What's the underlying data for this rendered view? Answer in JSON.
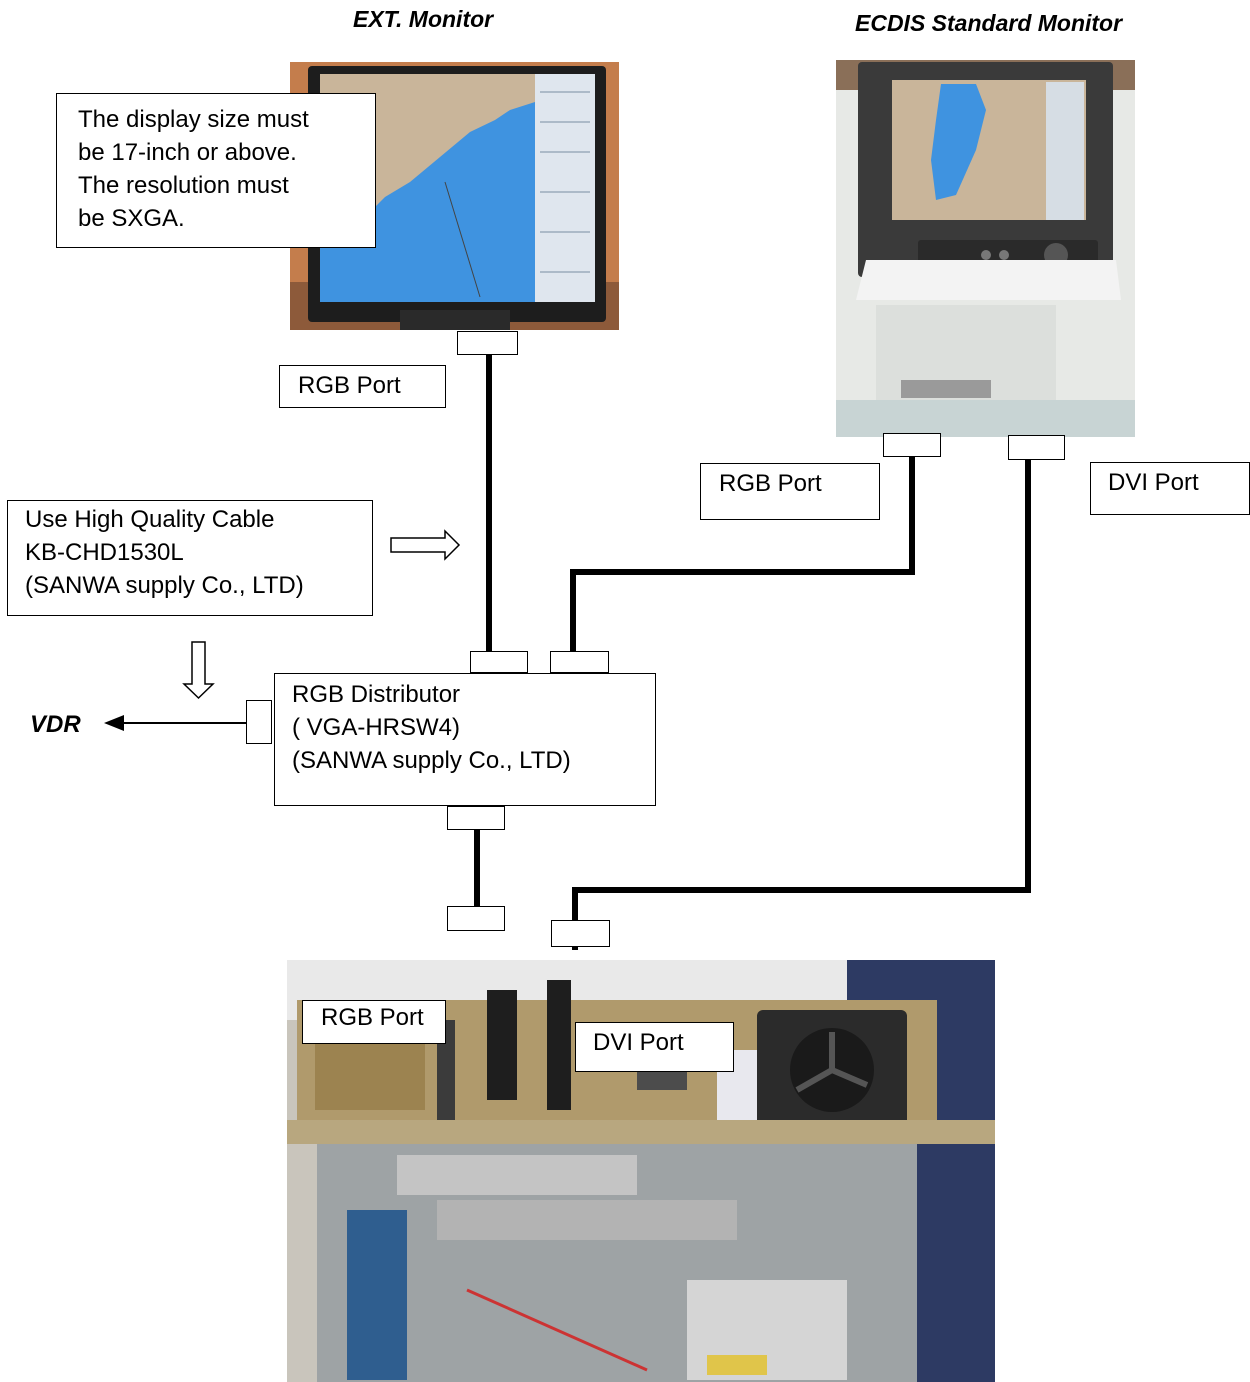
{
  "titles": {
    "ext_monitor": "EXT. Monitor",
    "ecdis_monitor": "ECDIS  Standard Monitor"
  },
  "notes": {
    "display_note": [
      "The display size must",
      "be 17-inch or above.",
      "The resolution must",
      "be SXGA."
    ],
    "cable_note": [
      "Use High Quality Cable",
      "KB-CHD1530L",
      "(SANWA supply Co., LTD)"
    ]
  },
  "distributor": {
    "lines": [
      "RGB Distributor",
      "( VGA-HRSW4)",
      "(SANWA supply Co., LTD)"
    ]
  },
  "ports": {
    "ext_rgb": "RGB Port",
    "ecdis_rgb": "RGB Port",
    "ecdis_dvi": "DVI Port",
    "unit_rgb": "RGB Port",
    "unit_dvi": "DVI Port"
  },
  "vdr_label": "VDR",
  "colors": {
    "sea": "#3f93e0",
    "land": "#c9b59a",
    "cable": "#000000",
    "ecdis_body": "#e4e6e3",
    "unit_body": "#b09a6c"
  }
}
